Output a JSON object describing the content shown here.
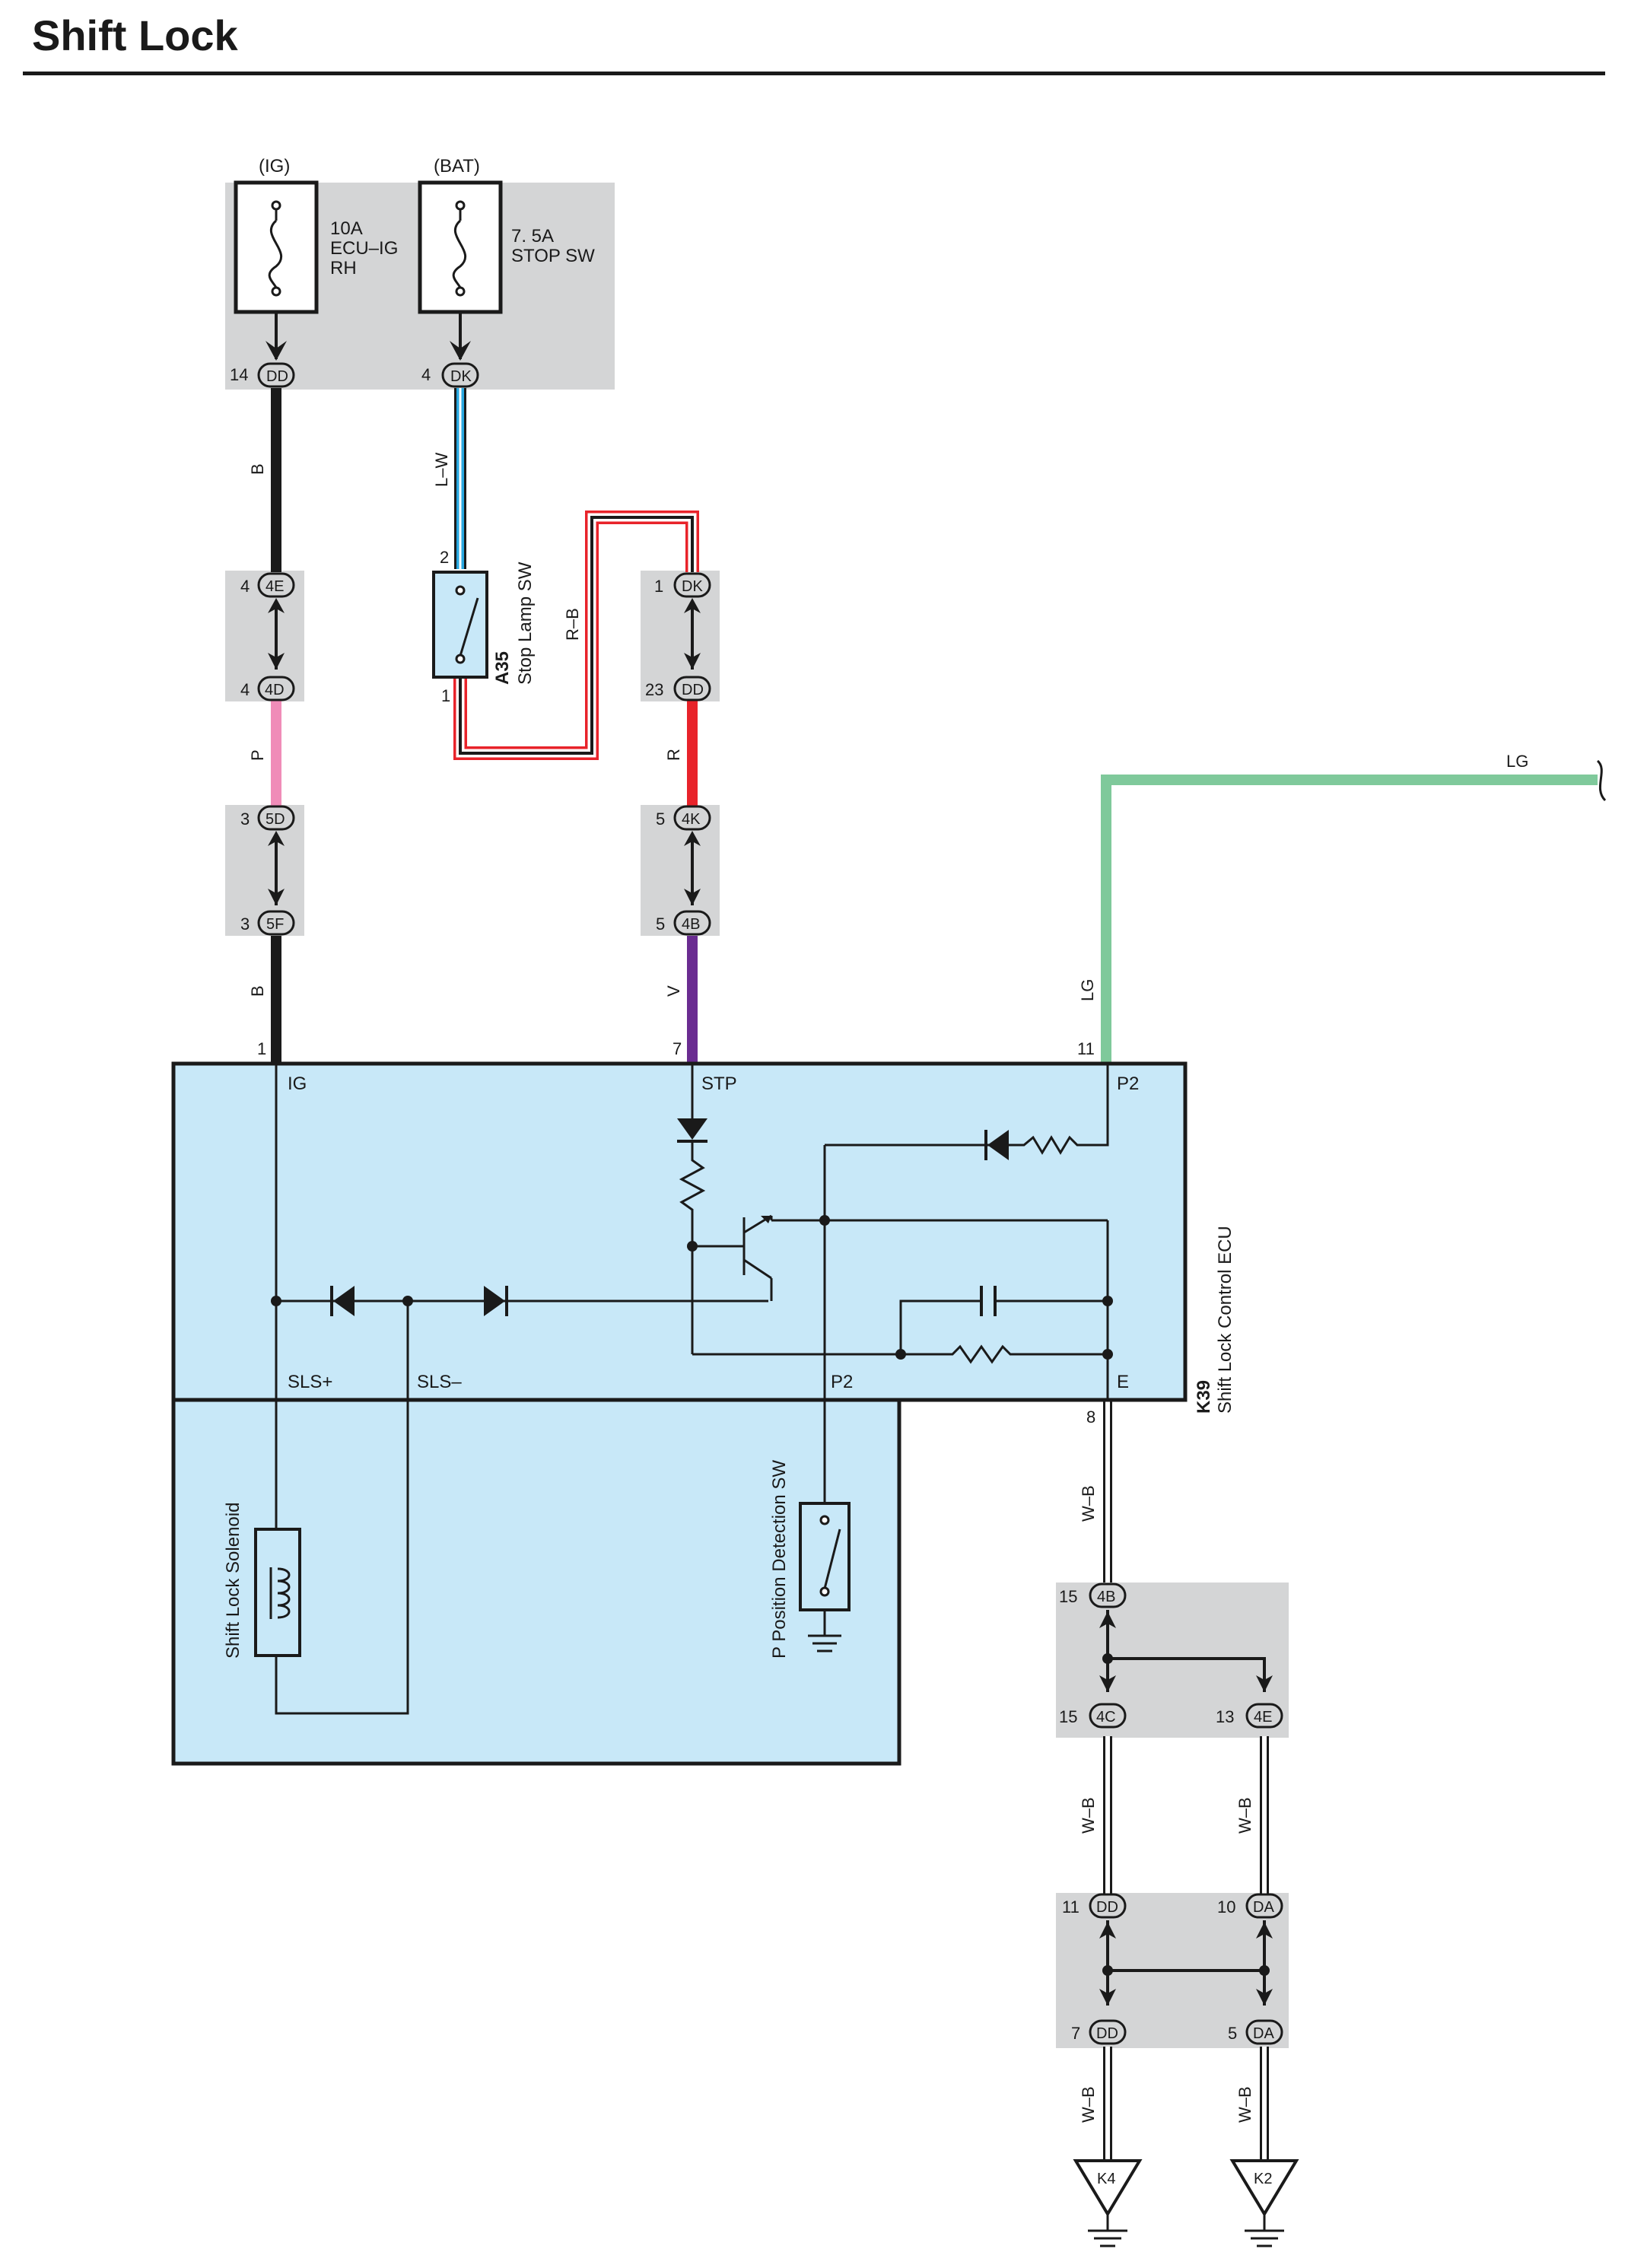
{
  "title": "Shift Lock",
  "colors": {
    "black_wire": "#1a1a1a",
    "light_blue_wire": "#29a8e0",
    "red_wire": "#e8232a",
    "pink_wire": "#f08cb8",
    "violet_wire": "#6a2c91",
    "light_green_wire": "#7fc99b",
    "ecu_fill": "#c8e8f8",
    "junction_fill": "#d4d5d6",
    "switch_fill": "#c8e8f8"
  },
  "fuses": [
    {
      "source": "(IG)",
      "rating": "10A",
      "name_line1": "ECU–IG",
      "name_line2": "RH",
      "pin": "14",
      "connector": "DD"
    },
    {
      "source": "(BAT)",
      "rating": "7. 5A",
      "name_line1": "STOP SW",
      "name_line2": "",
      "pin": "4",
      "connector": "DK"
    }
  ],
  "wires": {
    "b_top": "B",
    "lw": "L–W",
    "rb": "R–B",
    "p": "P",
    "r": "R",
    "b_bottom": "B",
    "v": "V",
    "lg_vertical": "LG",
    "lg_right": "LG",
    "wb_main": "W–B",
    "wb_left_mid": "W–B",
    "wb_right_mid": "W–B",
    "wb_left_bottom": "W–B",
    "wb_right_bottom": "W–B"
  },
  "stop_lamp_switch": {
    "code": "A35",
    "name": "Stop Lamp SW",
    "pin_top": "2",
    "pin_bottom": "1"
  },
  "connectors": {
    "c4e": {
      "pin": "4",
      "label": "4E"
    },
    "c4d": {
      "pin": "4",
      "label": "4D"
    },
    "c5d": {
      "pin": "3",
      "label": "5D"
    },
    "c5f": {
      "pin": "3",
      "label": "5F"
    },
    "cdk1": {
      "pin": "1",
      "label": "DK"
    },
    "cdd23": {
      "pin": "23",
      "label": "DD"
    },
    "c4k": {
      "pin": "5",
      "label": "4K"
    },
    "c4b5": {
      "pin": "5",
      "label": "4B"
    },
    "c4b15": {
      "pin": "15",
      "label": "4B"
    },
    "c4c15": {
      "pin": "15",
      "label": "4C"
    },
    "c4e13": {
      "pin": "13",
      "label": "4E"
    },
    "cdd11": {
      "pin": "11",
      "label": "DD"
    },
    "cda10": {
      "pin": "10",
      "label": "DA"
    },
    "cdd7": {
      "pin": "7",
      "label": "DD"
    },
    "cda5": {
      "pin": "5",
      "label": "DA"
    }
  },
  "ecu": {
    "code": "K39",
    "name": "Shift Lock Control ECU",
    "pin_ig": "1",
    "pin_stp": "7",
    "pin_p2": "11",
    "pin_e": "8",
    "term_ig": "IG",
    "term_stp": "STP",
    "term_p2_top": "P2",
    "term_sls_plus": "SLS+",
    "term_sls_minus": "SLS–",
    "term_p2_bottom": "P2",
    "term_e": "E"
  },
  "solenoid": {
    "name": "Shift Lock Solenoid"
  },
  "p_switch": {
    "name": "P Position Detection SW"
  },
  "grounds": [
    {
      "label": "K4"
    },
    {
      "label": "K2"
    }
  ]
}
